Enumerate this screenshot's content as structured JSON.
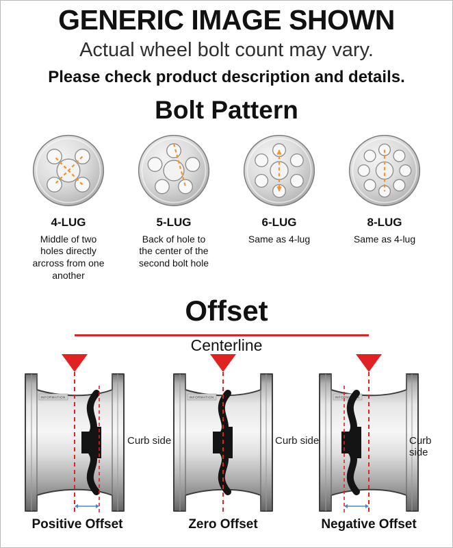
{
  "header": {
    "title": "GENERIC IMAGE SHOWN",
    "subtitle": "Actual wheel bolt count may vary.",
    "note": "Please check product description and details."
  },
  "bolt_pattern": {
    "heading": "Bolt Pattern",
    "items": [
      {
        "label": "4-LUG",
        "lugs": 4,
        "description": "Middle of two holes directly arcross from one another"
      },
      {
        "label": "5-LUG",
        "lugs": 5,
        "description": "Back of hole to the center of the second bolt hole"
      },
      {
        "label": "6-LUG",
        "lugs": 6,
        "description": "Same as 4-lug"
      },
      {
        "label": "8-LUG",
        "lugs": 8,
        "description": "Same as 4-lug"
      }
    ]
  },
  "offset": {
    "heading": "Offset",
    "centerline_label": "Centerline",
    "watermark": "INFORMATION",
    "items": [
      {
        "label": "Positive Offset",
        "type": "positive",
        "curb_label": "Curb side"
      },
      {
        "label": "Zero Offset",
        "type": "zero",
        "curb_label": "Curb side"
      },
      {
        "label": "Negative Offset",
        "type": "negative",
        "curb_label": "Curb side"
      }
    ]
  },
  "colors": {
    "accent_red": "#e02222",
    "measure_orange": "#f0952f",
    "arrow_blue": "#4a86c8",
    "text_black": "#111111"
  }
}
